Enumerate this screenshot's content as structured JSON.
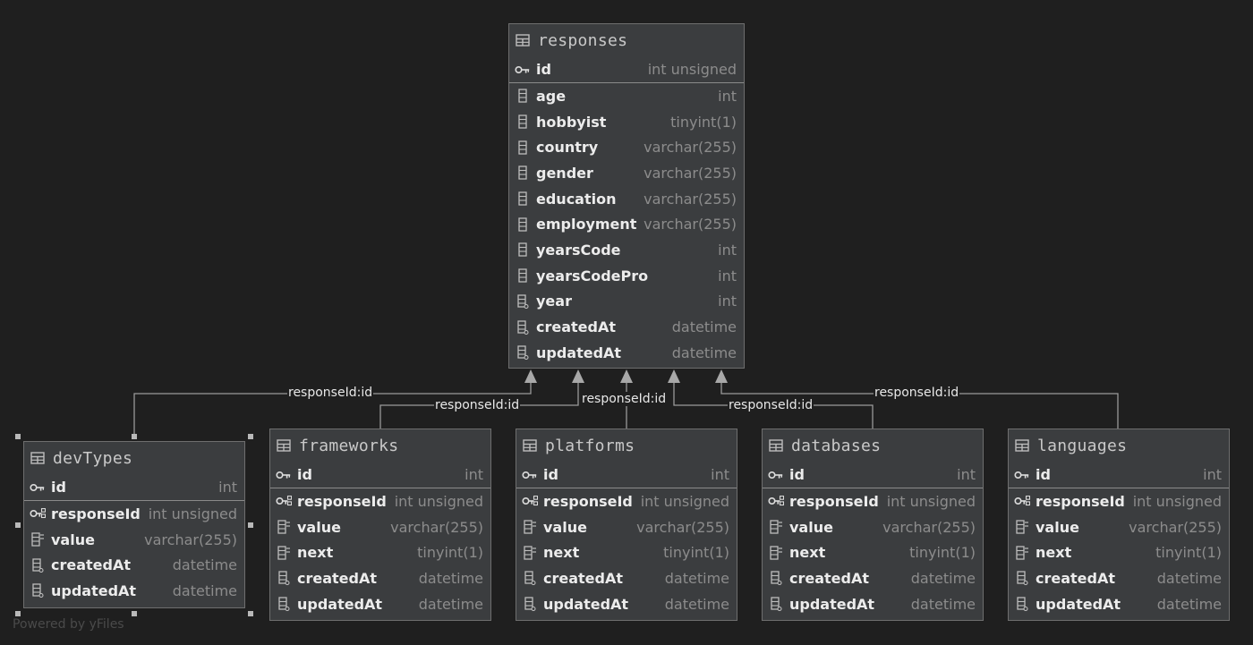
{
  "diagram": {
    "watermark": "Powered by yFiles",
    "edge_label": "responseId:id",
    "tables": [
      {
        "name": "responses",
        "columns": [
          {
            "name": "id",
            "type": "int unsigned",
            "kind": "pk"
          },
          {
            "name": "age",
            "type": "int",
            "kind": "col"
          },
          {
            "name": "hobbyist",
            "type": "tinyint(1)",
            "kind": "col"
          },
          {
            "name": "country",
            "type": "varchar(255)",
            "kind": "col"
          },
          {
            "name": "gender",
            "type": "varchar(255)",
            "kind": "col"
          },
          {
            "name": "education",
            "type": "varchar(255)",
            "kind": "col"
          },
          {
            "name": "employment",
            "type": "varchar(255)",
            "kind": "col"
          },
          {
            "name": "yearsCode",
            "type": "int",
            "kind": "col"
          },
          {
            "name": "yearsCodePro",
            "type": "int",
            "kind": "col"
          },
          {
            "name": "year",
            "type": "int",
            "kind": "nullable"
          },
          {
            "name": "createdAt",
            "type": "datetime",
            "kind": "nullable"
          },
          {
            "name": "updatedAt",
            "type": "datetime",
            "kind": "nullable"
          }
        ]
      },
      {
        "name": "devTypes",
        "columns": [
          {
            "name": "id",
            "type": "int",
            "kind": "pk"
          },
          {
            "name": "responseId",
            "type": "int unsigned",
            "kind": "fkpk"
          },
          {
            "name": "value",
            "type": "varchar(255)",
            "kind": "idx"
          },
          {
            "name": "createdAt",
            "type": "datetime",
            "kind": "nullable"
          },
          {
            "name": "updatedAt",
            "type": "datetime",
            "kind": "nullable"
          }
        ]
      },
      {
        "name": "frameworks",
        "columns": [
          {
            "name": "id",
            "type": "int",
            "kind": "pk"
          },
          {
            "name": "responseId",
            "type": "int unsigned",
            "kind": "fkpk"
          },
          {
            "name": "value",
            "type": "varchar(255)",
            "kind": "idx"
          },
          {
            "name": "next",
            "type": "tinyint(1)",
            "kind": "idx"
          },
          {
            "name": "createdAt",
            "type": "datetime",
            "kind": "nullable"
          },
          {
            "name": "updatedAt",
            "type": "datetime",
            "kind": "nullable"
          }
        ]
      },
      {
        "name": "platforms",
        "columns": [
          {
            "name": "id",
            "type": "int",
            "kind": "pk"
          },
          {
            "name": "responseId",
            "type": "int unsigned",
            "kind": "fkpk"
          },
          {
            "name": "value",
            "type": "varchar(255)",
            "kind": "idx"
          },
          {
            "name": "next",
            "type": "tinyint(1)",
            "kind": "idx"
          },
          {
            "name": "createdAt",
            "type": "datetime",
            "kind": "nullable"
          },
          {
            "name": "updatedAt",
            "type": "datetime",
            "kind": "nullable"
          }
        ]
      },
      {
        "name": "databases",
        "columns": [
          {
            "name": "id",
            "type": "int",
            "kind": "pk"
          },
          {
            "name": "responseId",
            "type": "int unsigned",
            "kind": "fkpk"
          },
          {
            "name": "value",
            "type": "varchar(255)",
            "kind": "idx"
          },
          {
            "name": "next",
            "type": "tinyint(1)",
            "kind": "idx"
          },
          {
            "name": "createdAt",
            "type": "datetime",
            "kind": "nullable"
          },
          {
            "name": "updatedAt",
            "type": "datetime",
            "kind": "nullable"
          }
        ]
      },
      {
        "name": "languages",
        "columns": [
          {
            "name": "id",
            "type": "int",
            "kind": "pk"
          },
          {
            "name": "responseId",
            "type": "int unsigned",
            "kind": "fkpk"
          },
          {
            "name": "value",
            "type": "varchar(255)",
            "kind": "idx"
          },
          {
            "name": "next",
            "type": "tinyint(1)",
            "kind": "idx"
          },
          {
            "name": "createdAt",
            "type": "datetime",
            "kind": "nullable"
          },
          {
            "name": "updatedAt",
            "type": "datetime",
            "kind": "nullable"
          }
        ]
      }
    ]
  }
}
